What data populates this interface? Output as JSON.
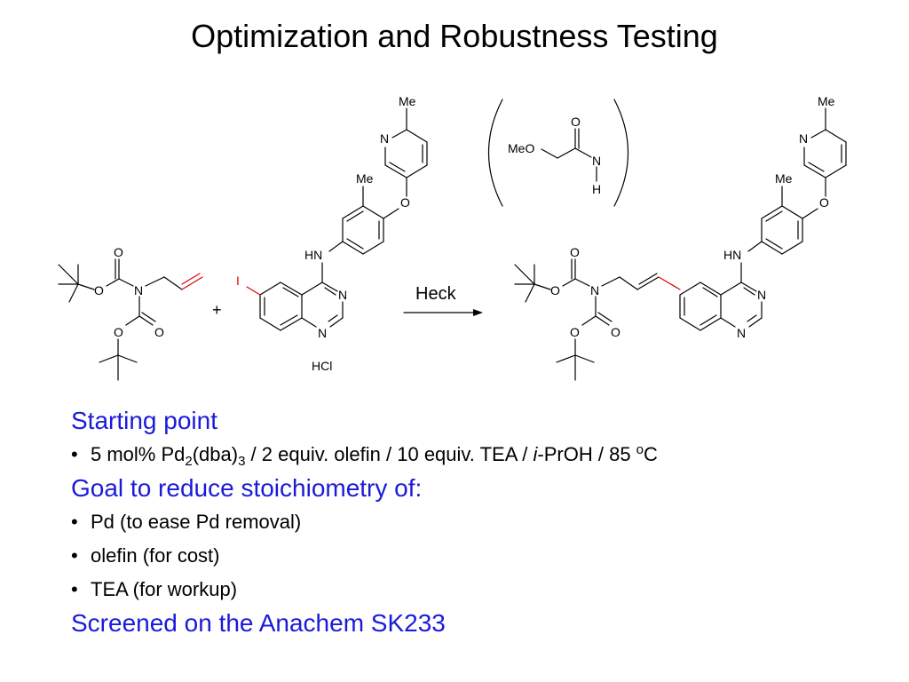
{
  "title": "Optimization and Robustness Testing",
  "scheme": {
    "boc_O_top": "O",
    "boc_O_ester": "O",
    "boc_N": "N",
    "boc2_O_ester": "O",
    "boc2_O_carbonyl": "O",
    "plus": "+",
    "iodo": "I",
    "hn": "HN",
    "n_ring1": "N",
    "n_ring2": "N",
    "o_ether": "O",
    "me1": "Me",
    "n_pyr": "N",
    "me2": "Me",
    "hcl": "HCl",
    "arrow_label": "Heck",
    "additive_meo": "MeO",
    "additive_o": "O",
    "additive_n": "N",
    "additive_h": "H",
    "prod_O_top": "O",
    "prod_O_ester": "O",
    "prod_N": "N",
    "prod_O2_ester": "O",
    "prod_O2_carbonyl": "O",
    "prod_hn": "HN",
    "prod_n1": "N",
    "prod_n2": "N",
    "prod_o_ether": "O",
    "prod_me1": "Me",
    "prod_n_pyr": "N",
    "prod_me2": "Me"
  },
  "notes": {
    "starting_point": "Starting point",
    "sp_bullet_a": "5 mol% Pd",
    "sp_sub1": "2",
    "sp_bullet_b": "(dba)",
    "sp_sub2": "3",
    "sp_bullet_c": " / 2 equiv. olefin / 10 equiv. TEA / ",
    "sp_italic": "i",
    "sp_bullet_d": "-PrOH / 85 ",
    "sp_sup": "o",
    "sp_bullet_e": "C",
    "goal_heading": "Goal to reduce stoichiometry of:",
    "goal_items": [
      "Pd (to ease Pd removal)",
      "olefin (for cost)",
      "TEA (for workup)"
    ],
    "screened": "Screened on the Anachem SK233"
  }
}
